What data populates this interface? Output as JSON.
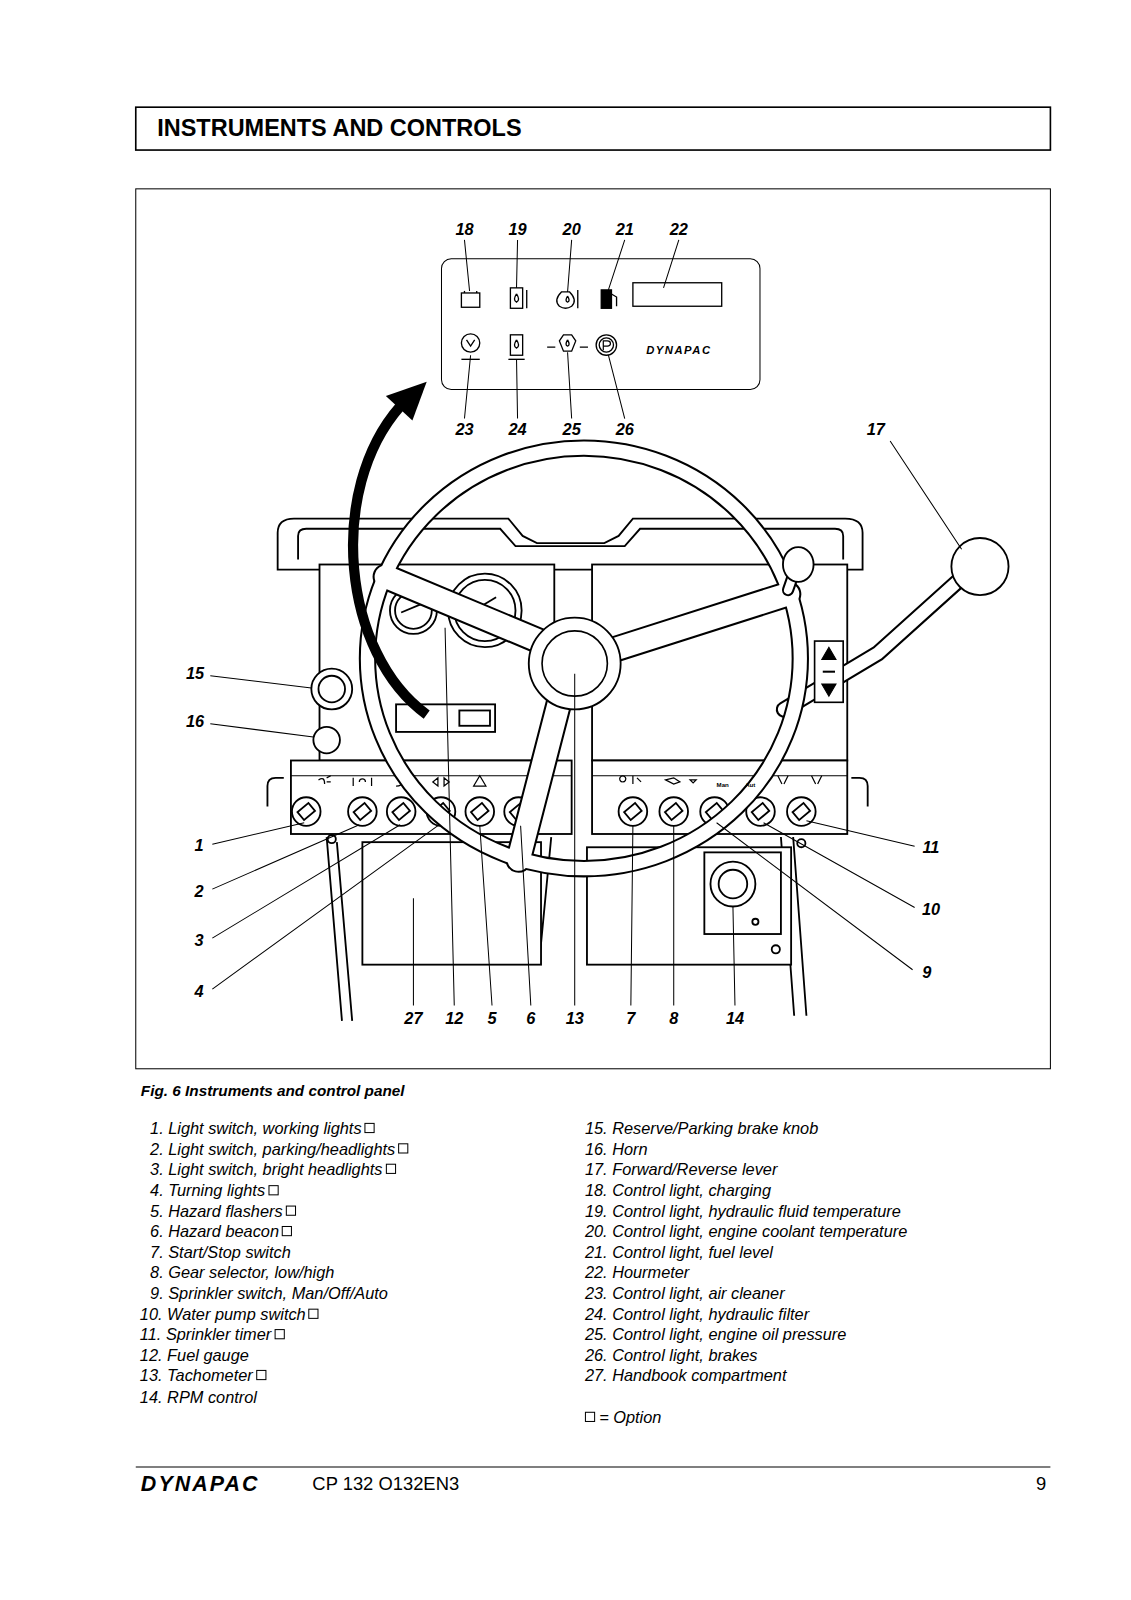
{
  "diagram": {
    "title": "INSTRUMENTS AND CONTROLS",
    "caption": "Fig. 6 Instruments and control panel",
    "nodes": [
      {
        "text": [
          "DYNAPAC"
        ]
      }
    ],
    "labels": [
      "18",
      "19",
      "20",
      "21",
      "22",
      "23",
      "24",
      "25",
      "26",
      "17",
      "15",
      "16",
      "1",
      "2",
      "3",
      "4",
      "27",
      "12",
      "5",
      "6",
      "13",
      "7",
      "8",
      "14",
      "11",
      "10",
      "9",
      "Man",
      "Aut",
      "1. Light switch, working lights",
      "2. Light switch, parking/headlights",
      "3. Light switch, bright headlights",
      "4. Turning lights",
      "5. Hazard flashers",
      "6. Hazard beacon",
      "7. Start/Stop switch",
      "8. Gear selector, low/high",
      "9. Sprinkler switch, Man/Off/Auto",
      "10. Water pump switch",
      "11. Sprinkler timer",
      "12. Fuel gauge",
      "13. Tachometer",
      "14. RPM control",
      "15. Reserve/Parking brake knob",
      "16. Horn",
      "17. Forward/Reverse lever",
      "18. Control light, charging",
      "19. Control light, hydraulic fluid temperature",
      "20. Control light, engine coolant temperature",
      "21. Control light, fuel level",
      "22. Hourmeter",
      "23. Control light, air cleaner",
      "24. Control light, hydraulic filter",
      "25. Control light, engine oil pressure",
      "26. Control light, brakes",
      "27. Handbook compartment",
      "DYNAPAC",
      "CP 132 O132EN3",
      "9"
    ],
    "legend": [
      {
        "text": "= Option"
      }
    ]
  }
}
